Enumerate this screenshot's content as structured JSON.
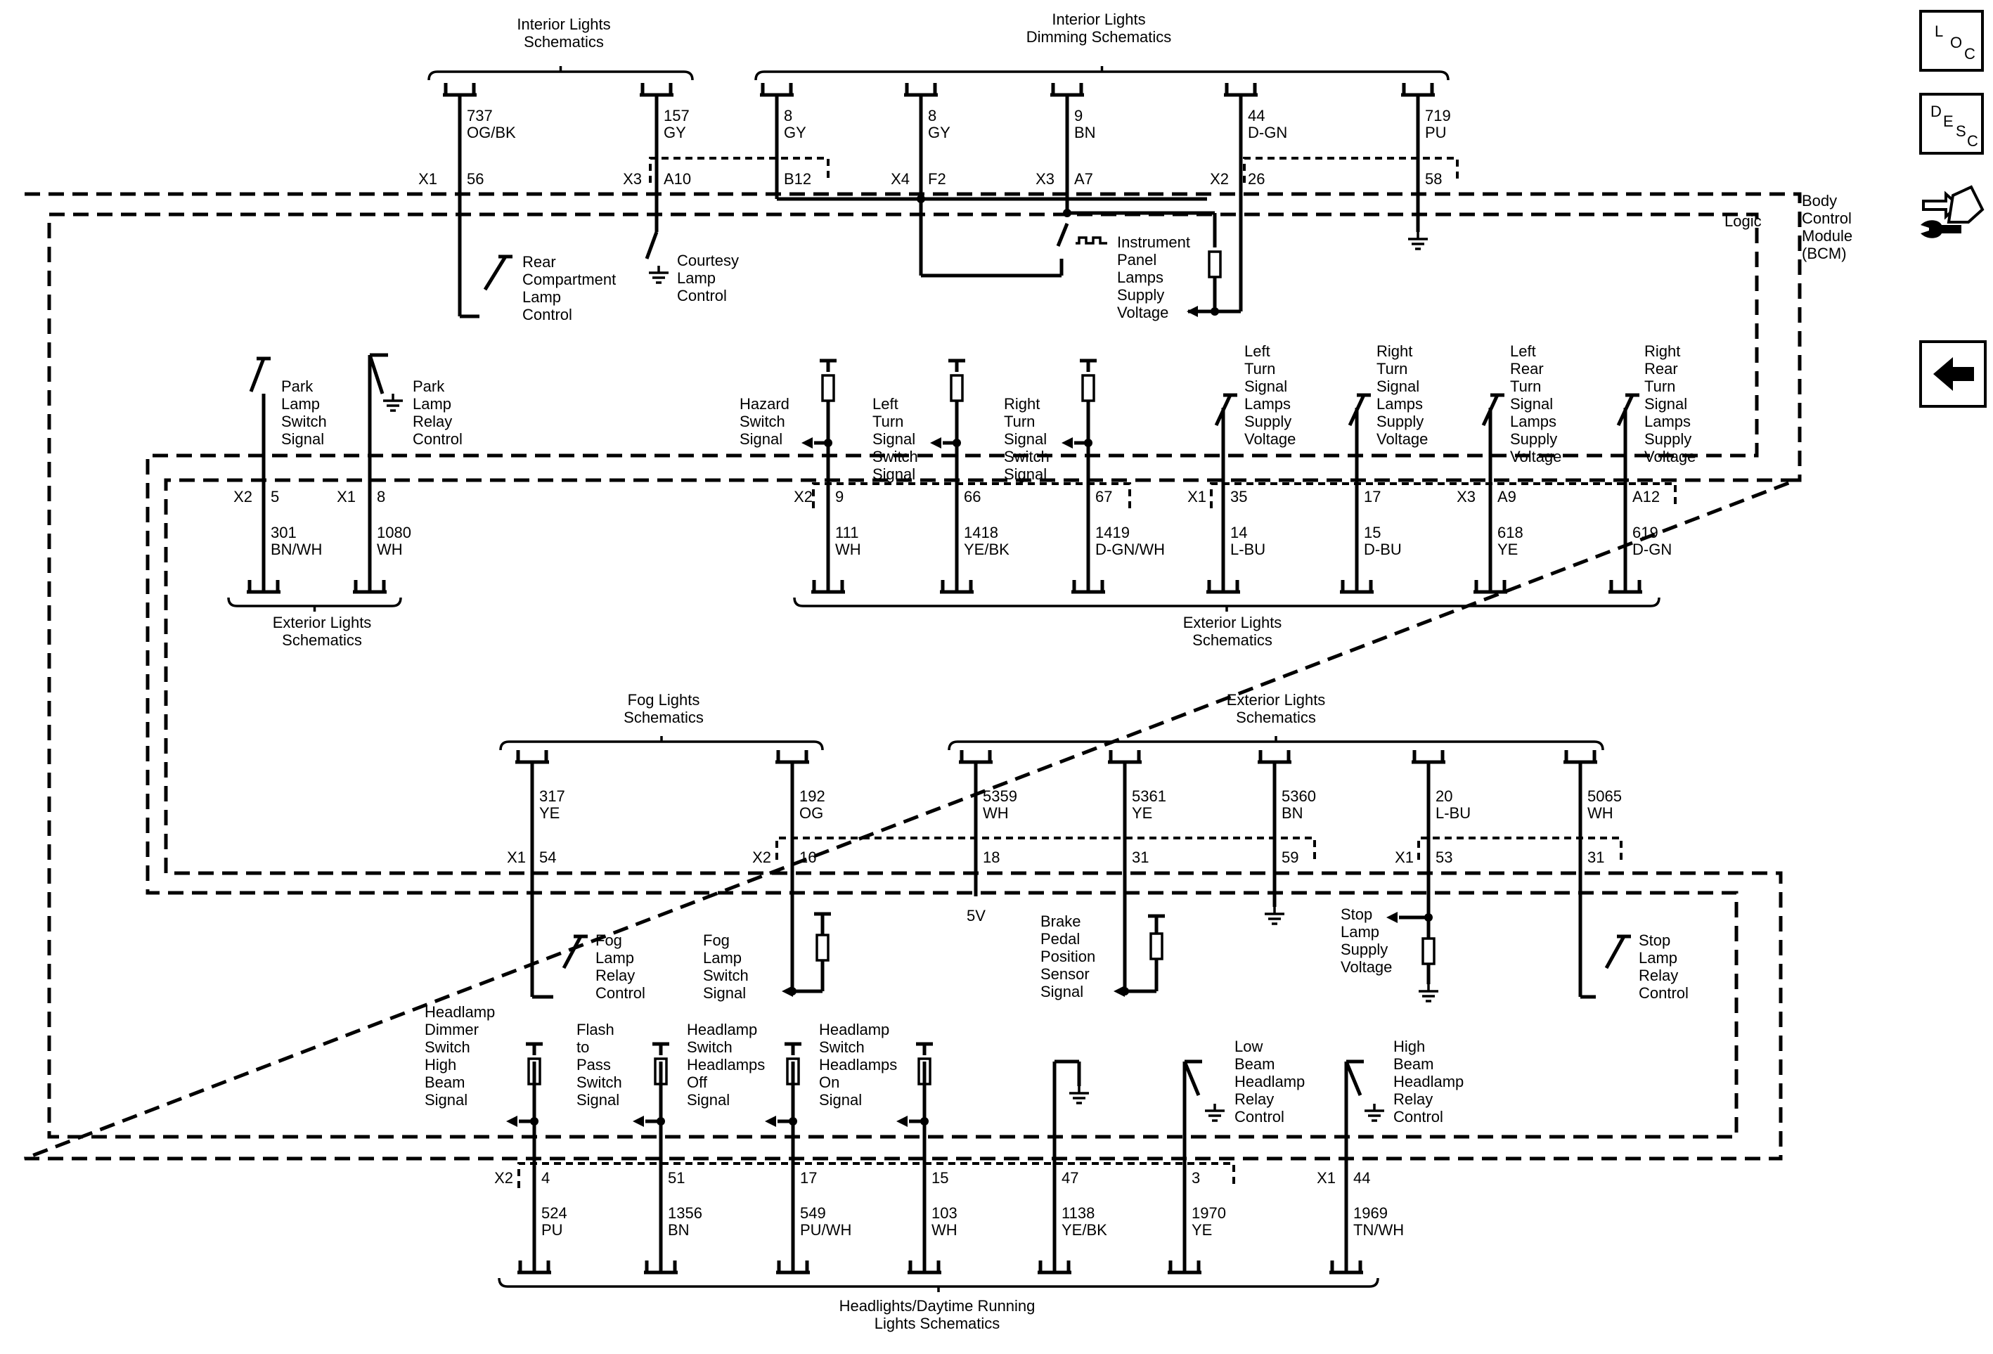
{
  "nav": {
    "loc": [
      "L",
      "O",
      "C"
    ],
    "desc": [
      "D",
      "E",
      "S",
      "C"
    ]
  },
  "labels": {
    "bcm": "Body\nControl\nModule\n(BCM)",
    "logic": "Logic",
    "v5": "5V"
  },
  "heads": [
    {
      "text": "Interior Lights\nSchematics"
    },
    {
      "text": "Interior Lights\nDimming Schematics"
    },
    {
      "text": "Exterior Lights\nSchematics"
    },
    {
      "text": "Exterior Lights\nSchematics"
    },
    {
      "text": "Fog Lights\nSchematics"
    },
    {
      "text": "Exterior Lights\nSchematics"
    },
    {
      "text": "Headlights/Daytime Running\nLights Schematics"
    }
  ],
  "wires": [
    {
      "circuit": "737",
      "color": "OG/BK",
      "conn": "X1",
      "pin": "56"
    },
    {
      "circuit": "157",
      "color": "GY",
      "conn": "X3",
      "pin": "A10"
    },
    {
      "circuit": "8",
      "color": "GY",
      "conn": "",
      "pin": "B12"
    },
    {
      "circuit": "8",
      "color": "GY",
      "conn": "X4",
      "pin": "F2"
    },
    {
      "circuit": "9",
      "color": "BN",
      "conn": "X3",
      "pin": "A7"
    },
    {
      "circuit": "44",
      "color": "D-GN",
      "conn": "X2",
      "pin": "26"
    },
    {
      "circuit": "719",
      "color": "PU",
      "conn": "",
      "pin": "58"
    },
    {
      "circuit": "301",
      "color": "BN/WH",
      "conn": "X2",
      "pin": "5"
    },
    {
      "circuit": "1080",
      "color": "WH",
      "conn": "X1",
      "pin": "8"
    },
    {
      "circuit": "111",
      "color": "WH",
      "conn": "X2",
      "pin": "9"
    },
    {
      "circuit": "1418",
      "color": "YE/BK",
      "conn": "",
      "pin": "66"
    },
    {
      "circuit": "1419",
      "color": "D-GN/WH",
      "conn": "",
      "pin": "67"
    },
    {
      "circuit": "14",
      "color": "L-BU",
      "conn": "X1",
      "pin": "35"
    },
    {
      "circuit": "15",
      "color": "D-BU",
      "conn": "",
      "pin": "17"
    },
    {
      "circuit": "618",
      "color": "YE",
      "conn": "X3",
      "pin": "A9"
    },
    {
      "circuit": "619",
      "color": "D-GN",
      "conn": "",
      "pin": "A12"
    },
    {
      "circuit": "317",
      "color": "YE",
      "conn": "X1",
      "pin": "54"
    },
    {
      "circuit": "192",
      "color": "OG",
      "conn": "X2",
      "pin": "16"
    },
    {
      "circuit": "5359",
      "color": "WH",
      "conn": "",
      "pin": "18"
    },
    {
      "circuit": "5361",
      "color": "YE",
      "conn": "",
      "pin": "31"
    },
    {
      "circuit": "5360",
      "color": "BN",
      "conn": "",
      "pin": "59"
    },
    {
      "circuit": "20",
      "color": "L-BU",
      "conn": "X1",
      "pin": "53"
    },
    {
      "circuit": "5065",
      "color": "WH",
      "conn": "",
      "pin": "31"
    },
    {
      "circuit": "524",
      "color": "PU",
      "conn": "X2",
      "pin": "4"
    },
    {
      "circuit": "1356",
      "color": "BN",
      "conn": "",
      "pin": "51"
    },
    {
      "circuit": "549",
      "color": "PU/WH",
      "conn": "",
      "pin": "17"
    },
    {
      "circuit": "103",
      "color": "WH",
      "conn": "",
      "pin": "15"
    },
    {
      "circuit": "1138",
      "color": "YE/BK",
      "conn": "",
      "pin": "47"
    },
    {
      "circuit": "1970",
      "color": "YE",
      "conn": "",
      "pin": "3"
    },
    {
      "circuit": "1969",
      "color": "TN/WH",
      "conn": "X1",
      "pin": "44"
    }
  ],
  "functions": [
    "Rear\nCompartment\nLamp\nControl",
    "Courtesy\nLamp\nControl",
    "Instrument\nPanel\nLamps\nSupply\nVoltage",
    "Park\nLamp\nSwitch\nSignal",
    "Park\nLamp\nRelay\nControl",
    "Hazard\nSwitch\nSignal",
    "Left\nTurn\nSignal\nSwitch\nSignal",
    "Right\nTurn\nSignal\nSwitch\nSignal",
    "Left\nTurn\nSignal\nLamps\nSupply\nVoltage",
    "Right\nTurn\nSignal\nLamps\nSupply\nVoltage",
    "Left\nRear\nTurn\nSignal\nLamps\nSupply\nVoltage",
    "Right\nRear\nTurn\nSignal\nLamps\nSupply\nVoltage",
    "Fog\nLamp\nRelay\nControl",
    "Fog\nLamp\nSwitch\nSignal",
    "Brake\nPedal\nPosition\nSensor\nSignal",
    "Stop\nLamp\nSupply\nVoltage",
    "Stop\nLamp\nRelay\nControl",
    "Headlamp\nDimmer\nSwitch\nHigh\nBeam\nSignal",
    "Flash\nto\nPass\nSwitch\nSignal",
    "Headlamp\nSwitch\nHeadlamps\nOff\nSignal",
    "Headlamp\nSwitch\nHeadlamps\nOn\nSignal",
    "Low\nBeam\nHeadlamp\nRelay\nControl",
    "High\nBeam\nHeadlamp\nRelay\nControl"
  ]
}
